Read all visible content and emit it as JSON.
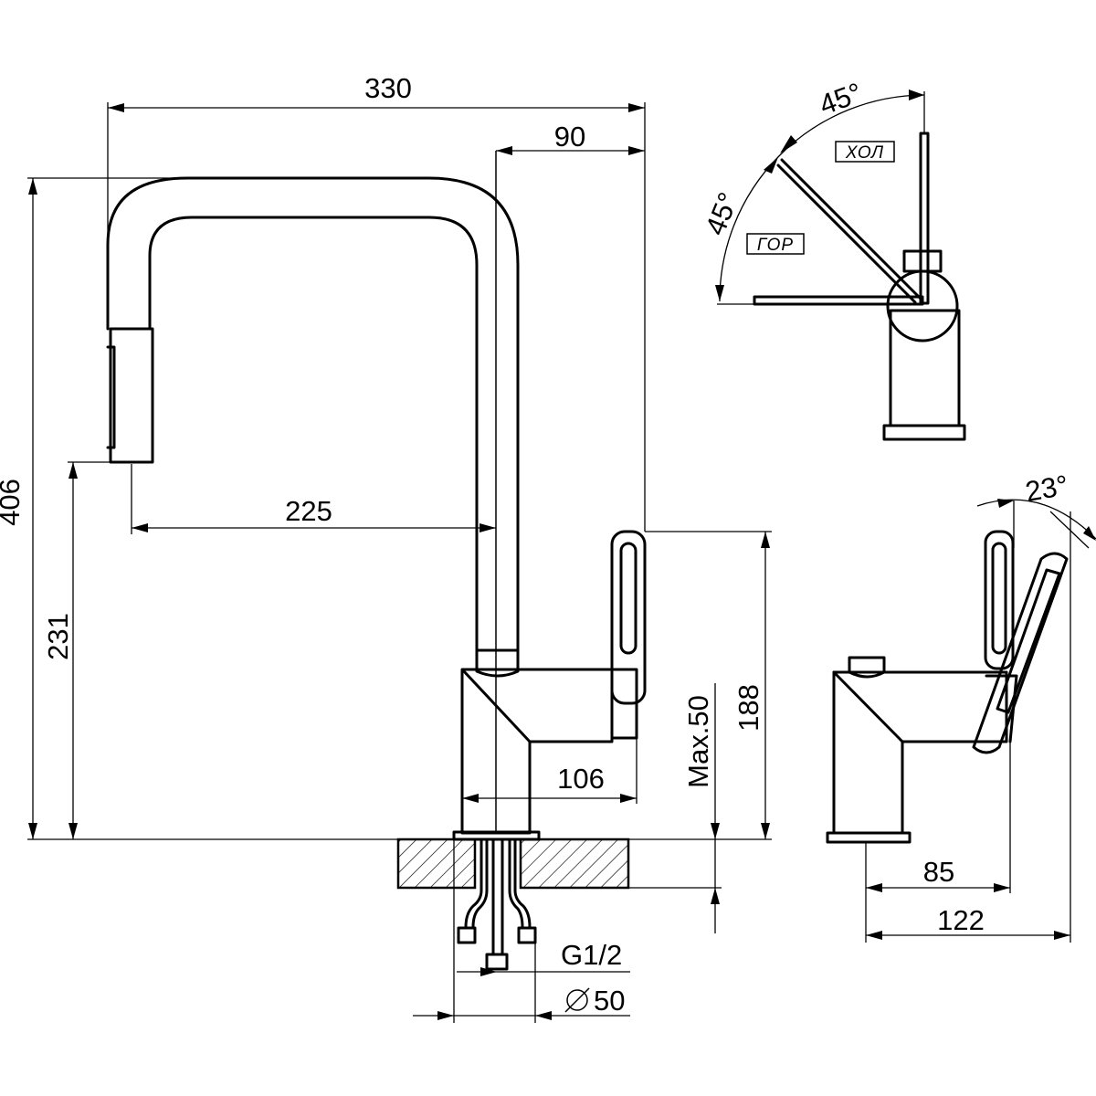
{
  "dimensions": {
    "total_width": "330",
    "spout_offset": "90",
    "total_height": "406",
    "spout_reach": "225",
    "spout_height": "231",
    "lever_height": "188",
    "max_counter": "Max.50",
    "body_to_lever": "106",
    "thread": "G1/2",
    "base_diameter": "50",
    "side_depth": "85",
    "side_total": "122"
  },
  "angles": {
    "cold_angle": "45°",
    "hot_angle": "45°",
    "tilt_angle": "23°"
  },
  "labels": {
    "cold": "ХОЛ",
    "hot": "ГОР"
  }
}
